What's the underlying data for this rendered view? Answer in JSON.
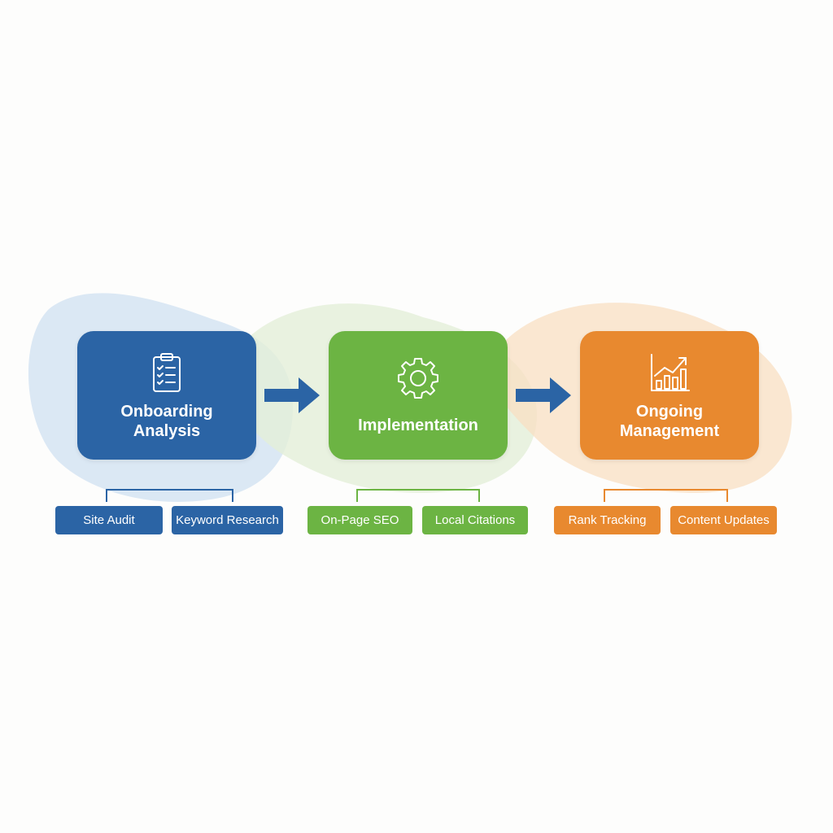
{
  "colors": {
    "blue": "#2b64a5",
    "green": "#6cb443",
    "orange": "#e8892f",
    "blue_light": "#cfe0f1",
    "green_light": "#e4efd8",
    "orange_light": "#f8dfc3"
  },
  "stages": [
    {
      "title": "Onboarding\nAnalysis",
      "icon": "clipboard-checklist-icon",
      "color": "#2b64a5",
      "tasks": [
        "Site Audit",
        "Keyword Research"
      ]
    },
    {
      "title": "Implementation",
      "icon": "gear-icon",
      "color": "#6cb443",
      "tasks": [
        "On-Page SEO",
        "Local Citations"
      ]
    },
    {
      "title": "Ongoing\nManagement",
      "icon": "growth-chart-icon",
      "color": "#e8892f",
      "tasks": [
        "Rank Tracking",
        "Content Updates"
      ]
    }
  ],
  "connectors": [
    {
      "icon": "arrow-right-icon",
      "color": "#2b64a5"
    },
    {
      "icon": "arrow-right-icon",
      "color": "#2b64a5"
    }
  ]
}
